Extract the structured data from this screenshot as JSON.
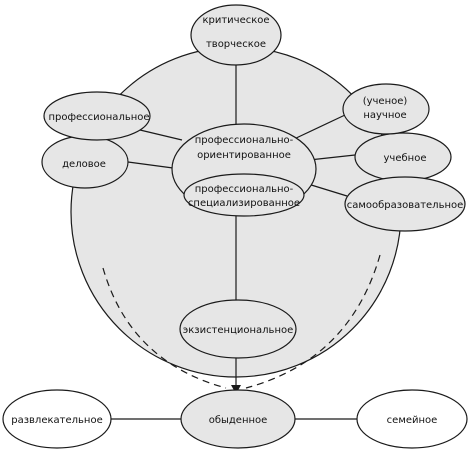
{
  "diagram": {
    "colors": {
      "big_circle_fill": "#e6e6e6",
      "node_fill": "#e6e6e6",
      "outer_node_fill": "#ffffff",
      "stroke": "#1a1a1a"
    },
    "nodes": {
      "critical": {
        "line1": "критическое",
        "line2": "творческое"
      },
      "professional": {
        "text": "профессиональное"
      },
      "business": {
        "text": "деловое"
      },
      "prof_oriented": {
        "line1": "профессионально-",
        "line2": "ориентированное"
      },
      "prof_specialized": {
        "line1": "профессионально-",
        "line2": "специализированное"
      },
      "scholarly": {
        "line1": "(ученое)",
        "line2": "научное"
      },
      "educational": {
        "text": "учебное"
      },
      "self_education": {
        "text": "самообразовательное"
      },
      "existential": {
        "text": "экзистенциональное"
      },
      "everyday": {
        "text": "обыденное"
      },
      "entertainment": {
        "text": "развлекательное"
      },
      "family": {
        "text": "семейное"
      }
    }
  }
}
